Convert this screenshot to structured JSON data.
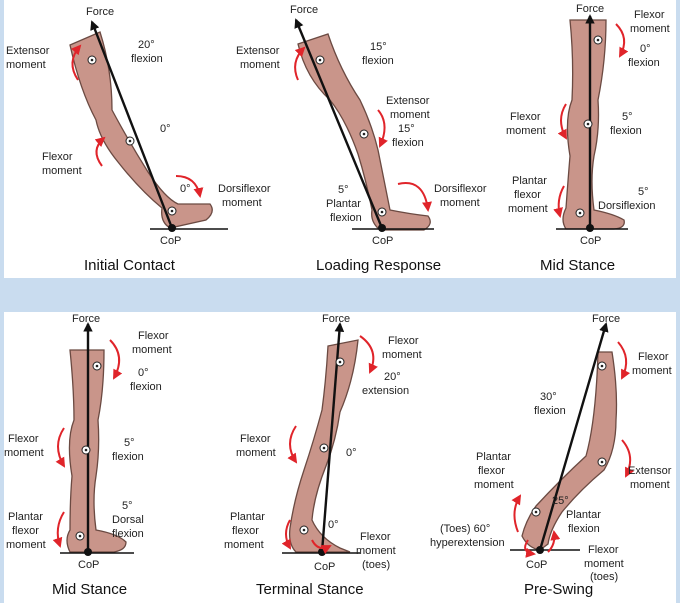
{
  "force_label": "Force",
  "cop_label": "CoP",
  "panels": [
    {
      "caption": "Initial Contact",
      "labels": [
        "Extensor",
        "moment",
        "20°",
        "flexion",
        "0°",
        "Flexor",
        "moment",
        "0°",
        "Dorsiflexor",
        "moment"
      ]
    },
    {
      "caption": "Loading Response",
      "labels": [
        "Extensor",
        "moment",
        "15°",
        "flexion",
        "Extensor",
        "moment",
        "15°",
        "flexion",
        "5°",
        "Plantar",
        "flexion",
        "Dorsiflexor",
        "moment"
      ]
    },
    {
      "caption": "Mid Stance",
      "labels": [
        "Flexor",
        "moment",
        "0°",
        "flexion",
        "Flexor",
        "moment",
        "5°",
        "flexion",
        "Plantar",
        "flexor",
        "moment",
        "5°",
        "Dorsiflexion"
      ]
    },
    {
      "caption": "Mid Stance",
      "labels": [
        "Flexor",
        "moment",
        "0°",
        "flexion",
        "Flexor",
        "moment",
        "5°",
        "flexion",
        "Plantar",
        "flexor",
        "moment",
        "5°",
        "Dorsal",
        "flexion"
      ]
    },
    {
      "caption": "Terminal Stance",
      "labels": [
        "Flexor",
        "moment",
        "20°",
        "extension",
        "Flexor",
        "moment",
        "0°",
        "Plantar",
        "flexor",
        "moment",
        "0°",
        "Flexor",
        "moment",
        "(toes)"
      ]
    },
    {
      "caption": "Pre-Swing",
      "labels": [
        "Flexor",
        "moment",
        "30°",
        "flexion",
        "Plantar",
        "flexor",
        "moment",
        "Extensor",
        "moment",
        "25°",
        "Plantar",
        "flexion",
        "(Toes) 60°",
        "hyperextension",
        "Flexor",
        "moment",
        "(toes)"
      ]
    }
  ]
}
